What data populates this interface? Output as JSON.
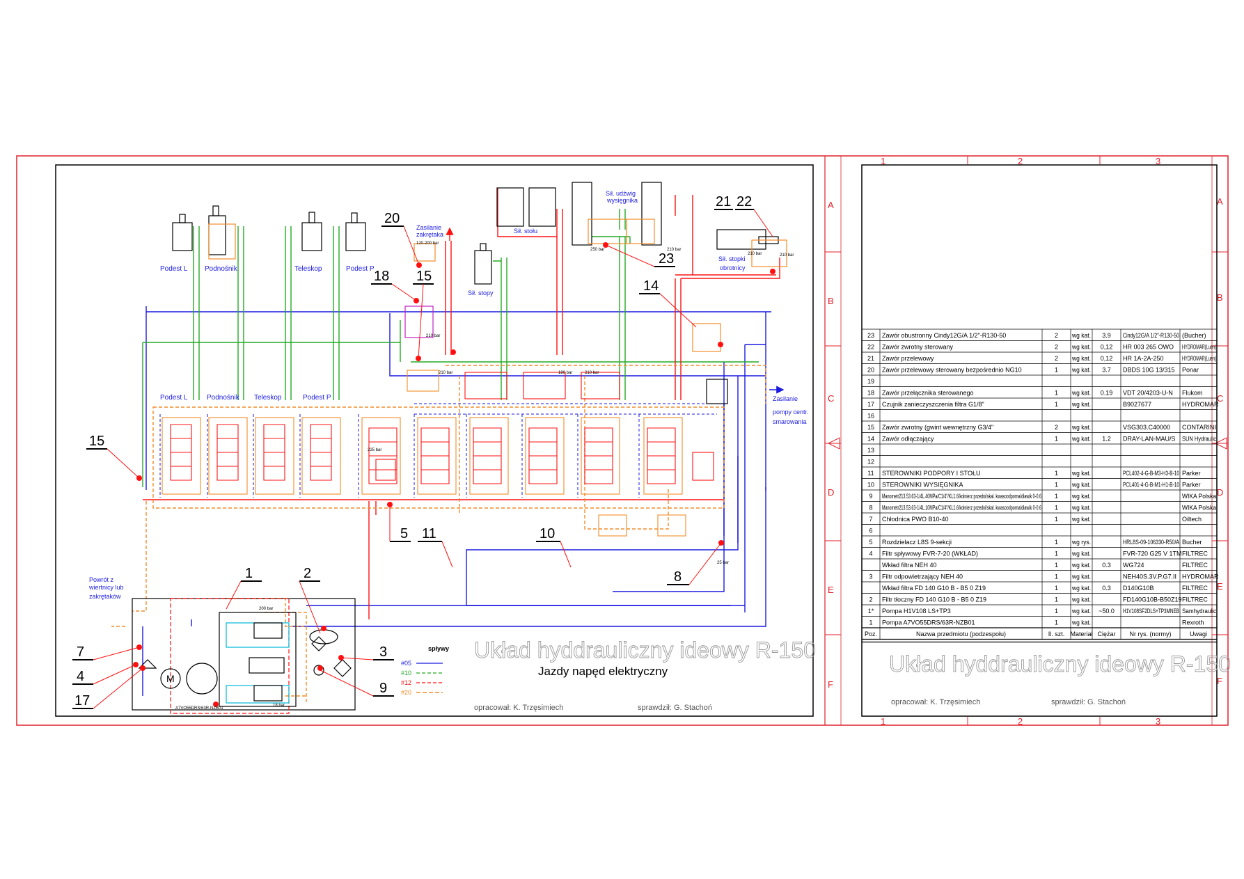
{
  "colors": {
    "frame": "#e0202a",
    "red": "#ff1010",
    "green": "#22aa22",
    "blue": "#1a1ae0",
    "orange": "#f28c28",
    "black": "#000000",
    "gray": "#9a9a9a",
    "cyan": "#00b8d8"
  },
  "frame": {
    "columns_top": [
      "1",
      "2",
      "3"
    ],
    "columns_bottom": [
      "1",
      "2",
      "3"
    ],
    "rows_left": [
      "A",
      "B",
      "C",
      "D",
      "E",
      "F"
    ],
    "rows_right": [
      "A",
      "B",
      "C",
      "D",
      "E",
      "F"
    ]
  },
  "drawing": {
    "title": "Układ hyddrauliczny ideowy R-150",
    "subtitle": "Jazdy napęd elektryczny",
    "prepared_by": "opracował: K. Trzęsimiech",
    "checked_by": "sprawdził: G. Stachoń",
    "legend_title": "spływy",
    "legend": [
      {
        "label": "#05",
        "color": "blue"
      },
      {
        "label": "#10",
        "color": "green"
      },
      {
        "label": "#12",
        "color": "red"
      },
      {
        "label": "#20",
        "color": "orange"
      }
    ],
    "balloons": [
      "1",
      "2",
      "3",
      "4",
      "5",
      "7",
      "8",
      "9",
      "10",
      "11",
      "14",
      "15",
      "15",
      "17",
      "18",
      "20",
      "21",
      "22",
      "23"
    ],
    "labels": {
      "podest_l_top": "Podest L",
      "podnosnik_top": "Podnośnik",
      "teleskop_top": "Teleskop",
      "podest_p_top": "Podest P",
      "podest_l": "Podest L",
      "podnosnik": "Podnośnik",
      "teleskop": "Teleskop",
      "podest_p": "Podest P",
      "sil_stolu": "Sił. stołu",
      "sil_udzwig": "Sił. udźwig",
      "wysiegnika": "wysięgnika",
      "sil_stopy": "Sił. stopy",
      "sil_stopki": "Sił. stopki",
      "obrotnicy": "obrotnicy",
      "zasilanie": "Zasilanie",
      "zakretaka": "zakrętaka",
      "zasilanie_range": "120-200 bar",
      "zasilanie_pompy_1": "Zasilanie",
      "zasilanie_pompy_2": "pompy centr.",
      "zasilanie_pompy_3": "smarowania",
      "powrot_1": "Powrót z",
      "powrot_2": "wiertnicy lub",
      "powrot_3": "zakrętaków",
      "p210a": "210 bar",
      "p210b": "210 bar",
      "p210c": "210 bar",
      "p250": "250 bar",
      "p180": "180 bar",
      "p210d": "210 bar",
      "p225": "225 bar",
      "p200": "200 bar",
      "p18": "18 bar",
      "p25": "25 bar",
      "p210e": "210 bar",
      "p210f": "210 bar",
      "pump": "A7VO55DRS/63R-NZB01",
      "motor": "M"
    }
  },
  "bom": {
    "rows": [
      {
        "poz": "23",
        "name": "Zawór obustronny Cindy12G/A 1/2\"-R130-50",
        "qty": "2",
        "mat": "wg kat.",
        "mass": "3.9",
        "ref": "Cindy12G/A 1/2\"-R130-50",
        "maker": "(Bucher)"
      },
      {
        "poz": "22",
        "name": "Zawór zwrotny sterowany",
        "qty": "2",
        "mat": "wg kat.",
        "mass": "0,12",
        "ref": "HR 003 265 OWO",
        "maker": "HYDROMAR(Luen)"
      },
      {
        "poz": "21",
        "name": "Zawór przelewowy",
        "qty": "2",
        "mat": "wg kat.",
        "mass": "0,12",
        "ref": "HR 1A-2A-250",
        "maker": "HYDROMAR(Luen)"
      },
      {
        "poz": "20",
        "name": "Zawór przelewowy sterowany bezpośrednio NG10",
        "qty": "1",
        "mat": "wg kat.",
        "mass": "3.7",
        "ref": "DBDS 10G 13/315",
        "maker": "Ponar"
      },
      {
        "poz": "19",
        "name": "",
        "qty": "",
        "mat": "",
        "mass": "",
        "ref": "",
        "maker": ""
      },
      {
        "poz": "18",
        "name": "Zawór przełącznika sterowanego",
        "qty": "1",
        "mat": "wg kat.",
        "mass": "0.19",
        "ref": "VDT 20/4203-U-N",
        "maker": "Flukom"
      },
      {
        "poz": "17",
        "name": "Czujnik zanieczyszczenia filtra G1/8\"",
        "qty": "1",
        "mat": "wg kat.",
        "mass": "",
        "ref": "B9027677",
        "maker": "HYDROMAR"
      },
      {
        "poz": "16",
        "name": "",
        "qty": "",
        "mat": "",
        "mass": "",
        "ref": "",
        "maker": ""
      },
      {
        "poz": "15",
        "name": "Zawór zwrotny (gwint wewnętrzny G3/4\"",
        "qty": "2",
        "mat": "wg kat.",
        "mass": "",
        "ref": "VSG303.C40000",
        "maker": "CONTARINI"
      },
      {
        "poz": "14",
        "name": "Zawór odłączający",
        "qty": "1",
        "mat": "wg kat.",
        "mass": "1.2",
        "ref": "DRAY-LAN-MAU/S",
        "maker": "SUN Hydraulic"
      },
      {
        "poz": "13",
        "name": "",
        "qty": "",
        "mat": "",
        "mass": "",
        "ref": "",
        "maker": ""
      },
      {
        "poz": "12",
        "name": "",
        "qty": "",
        "mat": "",
        "mass": "",
        "ref": "",
        "maker": ""
      },
      {
        "poz": "11",
        "name": "STEROWNIKI PODPORY I STOŁU",
        "qty": "1",
        "mat": "wg kat.",
        "mass": "",
        "ref": "PCL402-4-G-B-M3-H3-B-10",
        "maker": "Parker"
      },
      {
        "poz": "10",
        "name": "STEROWNIKI WYSIĘGNIKA",
        "qty": "1",
        "mat": "wg kat.",
        "mass": "",
        "ref": "PCL401-4-G-B-M1-H1-B-10",
        "maker": "Parker"
      },
      {
        "poz": "9",
        "name": "Manometr213.53.63-1/4L.40MPa/C1/4\"/KL1.6/kołnierz przedni/skal. kwasoodporna/dławik 0-0.6",
        "qty": "1",
        "mat": "wg kat.",
        "mass": "",
        "ref": "",
        "maker": "WIKA Polska"
      },
      {
        "poz": "8",
        "name": "Manometr213.53.63-1/4L.10MPa/C1/4\"/KL1.6/kołnierz przedni/skal. kwasoodporna/dławik 0-0.6",
        "qty": "1",
        "mat": "wg kat.",
        "mass": "",
        "ref": "",
        "maker": "WIKA Polska"
      },
      {
        "poz": "7",
        "name": "Chłodnica PWO B10-40",
        "qty": "1",
        "mat": "wg kat.",
        "mass": "",
        "ref": "",
        "maker": "Oiltech"
      },
      {
        "poz": "6",
        "name": "",
        "qty": "",
        "mat": "",
        "mass": "",
        "ref": "",
        "maker": ""
      },
      {
        "poz": "5",
        "name": "Rozdzielacz L8S 9-sekcji",
        "qty": "1",
        "mat": "wg rys.",
        "mass": "",
        "ref": "HRL8S-09-106330-R50/A",
        "maker": "Bucher"
      },
      {
        "poz": "4",
        "name": "Filtr spływowy FVR-7-20 (WKŁAD)",
        "qty": "1",
        "mat": "wg kat.",
        "mass": "",
        "ref": "FVR-720 G25 V 1TM",
        "maker": "FILTREC"
      },
      {
        "poz": "",
        "name": "Wkład filtra NEH 40",
        "qty": "1",
        "mat": "wg kat.",
        "mass": "0.3",
        "ref": "WG724",
        "maker": "FILTREC"
      },
      {
        "poz": "3",
        "name": "Filtr odpowietrzający NEH 40",
        "qty": "1",
        "mat": "wg kat.",
        "mass": "",
        "ref": "NEH40S.3V.P.G7.II",
        "maker": "HYDROMAR"
      },
      {
        "poz": "",
        "name": "Wkład filtra FD 140 G10 B - B5 0 Z19",
        "qty": "1",
        "mat": "wg kat.",
        "mass": "0.3",
        "ref": "D140G10B",
        "maker": "FILTREC"
      },
      {
        "poz": "2",
        "name": "Filtr tłoczny FD 140 G10 B - B5 0 Z19",
        "qty": "1",
        "mat": "wg kat.",
        "mass": "",
        "ref": "FD140G10B-B50Z19",
        "maker": "FILTREC"
      },
      {
        "poz": "1*",
        "name": "Pompa H1V108 LS+TP3",
        "qty": "1",
        "mat": "wg kat.",
        "mass": "~50.0",
        "ref": "H1V108SF2DLS+TP3MNEB",
        "maker": "Samhydraulic"
      },
      {
        "poz": "1",
        "name": "Pompa A7VO55DRS/63R-NZB01",
        "qty": "1",
        "mat": "wg kat.",
        "mass": "",
        "ref": "",
        "maker": "Rexroth"
      }
    ],
    "header": {
      "poz": "Poz.",
      "name": "Nazwa przedmiotu (podzespołu)",
      "qty": "Il. szt.",
      "mat": "Materiał",
      "mass": "Ciężar",
      "ref": "Nr rys. (normy)",
      "maker": "Uwagi"
    },
    "title": "Układ hyddrauliczny ideowy R-150",
    "prepared_by": "opracował: K. Trzęsimiech",
    "checked_by": "sprawdził: G. Stachoń"
  }
}
